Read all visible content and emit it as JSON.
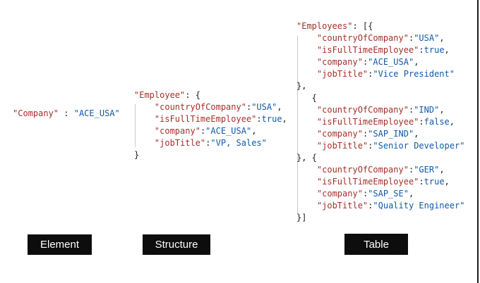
{
  "colors": {
    "key": "#a33029",
    "value": "#1159a6",
    "punct": "#1f1f1f",
    "guide": "#c9c9c9",
    "label_bg": "#0d0d0d",
    "label_fg": "#ffffff",
    "border": "#1a1a1a"
  },
  "snippets": [
    {
      "id": "element",
      "label": "Element",
      "lines": [
        [
          [
            "key",
            "\"Company\""
          ],
          [
            "punct",
            " : "
          ],
          [
            "str",
            "\"ACE_USA\""
          ]
        ]
      ]
    },
    {
      "id": "structure",
      "label": "Structure",
      "lines": [
        [
          [
            "key",
            "\"Employee\""
          ],
          [
            "punct",
            ": {"
          ]
        ],
        [
          [
            "punct",
            "    "
          ],
          [
            "key",
            "\"countryOfCompany\""
          ],
          [
            "punct",
            ":"
          ],
          [
            "str",
            "\"USA\""
          ],
          [
            "punct",
            ","
          ]
        ],
        [
          [
            "punct",
            "    "
          ],
          [
            "key",
            "\"isFullTimeEmployee\""
          ],
          [
            "punct",
            ":"
          ],
          [
            "bool",
            "true"
          ],
          [
            "punct",
            ","
          ]
        ],
        [
          [
            "punct",
            "    "
          ],
          [
            "key",
            "\"company\""
          ],
          [
            "punct",
            ":"
          ],
          [
            "str",
            "\"ACE_USA\""
          ],
          [
            "punct",
            ","
          ]
        ],
        [
          [
            "punct",
            "    "
          ],
          [
            "key",
            "\"jobTitle\""
          ],
          [
            "punct",
            ":"
          ],
          [
            "str",
            "\"VP, Sales\""
          ]
        ],
        [
          [
            "punct",
            "}"
          ]
        ]
      ]
    },
    {
      "id": "table",
      "label": "Table",
      "lines": [
        [
          [
            "key",
            "\"Employees\""
          ],
          [
            "punct",
            ": [{"
          ]
        ],
        [
          [
            "punct",
            "    "
          ],
          [
            "key",
            "\"countryOfCompany\""
          ],
          [
            "punct",
            ":"
          ],
          [
            "str",
            "\"USA\""
          ],
          [
            "punct",
            ","
          ]
        ],
        [
          [
            "punct",
            "    "
          ],
          [
            "key",
            "\"isFullTimeEmployee\""
          ],
          [
            "punct",
            ":"
          ],
          [
            "bool",
            "true"
          ],
          [
            "punct",
            ","
          ]
        ],
        [
          [
            "punct",
            "    "
          ],
          [
            "key",
            "\"company\""
          ],
          [
            "punct",
            ":"
          ],
          [
            "str",
            "\"ACE_USA\""
          ],
          [
            "punct",
            ","
          ]
        ],
        [
          [
            "punct",
            "    "
          ],
          [
            "key",
            "\"jobTitle\""
          ],
          [
            "punct",
            ":"
          ],
          [
            "str",
            "\"Vice President\""
          ]
        ],
        [
          [
            "punct",
            "},"
          ]
        ],
        [
          [
            "punct",
            "   {"
          ]
        ],
        [
          [
            "punct",
            "    "
          ],
          [
            "key",
            "\"countryOfCompany\""
          ],
          [
            "punct",
            ":"
          ],
          [
            "str",
            "\"IND\""
          ],
          [
            "punct",
            ","
          ]
        ],
        [
          [
            "punct",
            "    "
          ],
          [
            "key",
            "\"isFullTimeEmployee\""
          ],
          [
            "punct",
            ":"
          ],
          [
            "bool",
            "false"
          ],
          [
            "punct",
            ","
          ]
        ],
        [
          [
            "punct",
            "    "
          ],
          [
            "key",
            "\"company\""
          ],
          [
            "punct",
            ":"
          ],
          [
            "str",
            "\"SAP_IND\""
          ],
          [
            "punct",
            ","
          ]
        ],
        [
          [
            "punct",
            "    "
          ],
          [
            "key",
            "\"jobTitle\""
          ],
          [
            "punct",
            ":"
          ],
          [
            "str",
            "\"Senior Developer\""
          ]
        ],
        [
          [
            "punct",
            "}, {"
          ]
        ],
        [
          [
            "punct",
            "    "
          ],
          [
            "key",
            "\"countryOfCompany\""
          ],
          [
            "punct",
            ":"
          ],
          [
            "str",
            "\"GER\""
          ],
          [
            "punct",
            ","
          ]
        ],
        [
          [
            "punct",
            "    "
          ],
          [
            "key",
            "\"isFullTimeEmployee\""
          ],
          [
            "punct",
            ":"
          ],
          [
            "bool",
            "true"
          ],
          [
            "punct",
            ","
          ]
        ],
        [
          [
            "punct",
            "    "
          ],
          [
            "key",
            "\"company\""
          ],
          [
            "punct",
            ":"
          ],
          [
            "str",
            "\"SAP_SE\""
          ],
          [
            "punct",
            ","
          ]
        ],
        [
          [
            "punct",
            "    "
          ],
          [
            "key",
            "\"jobTitle\""
          ],
          [
            "punct",
            ":"
          ],
          [
            "str",
            "\"Quality Engineer\""
          ]
        ],
        [
          [
            "punct",
            "}]"
          ]
        ]
      ]
    }
  ]
}
